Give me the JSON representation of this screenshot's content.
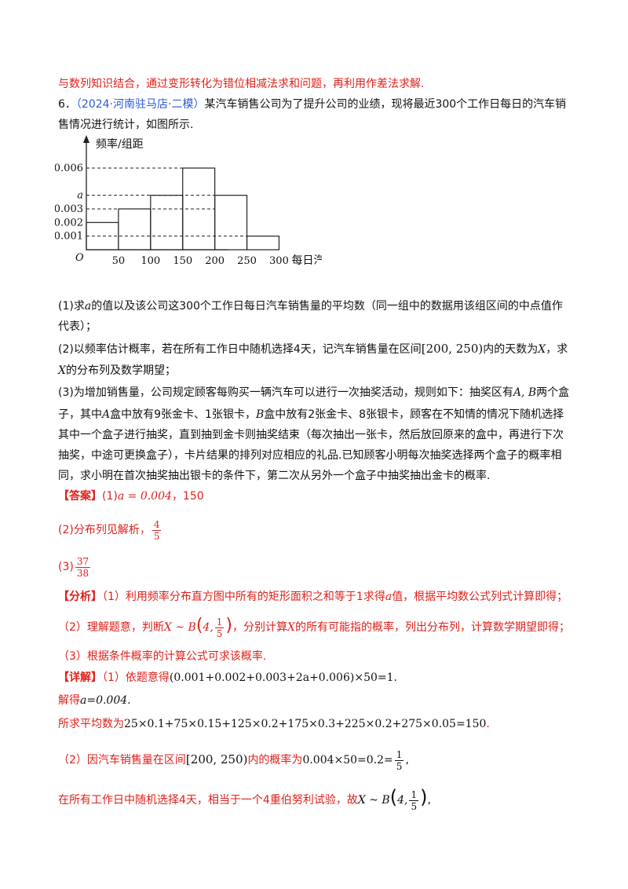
{
  "lines": {
    "l1": "与数列知识结合，通过变形转化为错位相减法求和问题，再利用作差法求解.",
    "q_num": "6．",
    "q_source": "（2024·河南驻马店·二模）",
    "q_text_a": "某汽车销售公司为了提升公司的业绩，现将最近300个工作日每日的汽车销",
    "q_text_b": "售情况进行统计，如图所示.",
    "p1a": "(1)求",
    "p1b": "的值以及该公司这300个工作日每日汽车销售量的平均数（同一组中的数据用该组区间的中点值作",
    "p1c": "代表）；",
    "p2a": "(2)以频率估计概率，若在所有工作日中随机选择4天，记汽车销售量在区间",
    "p2b": "内的天数为",
    "p2c": "，求",
    "p2d": "的分布列及数学期望；",
    "p3a": "(3)为增加销售量，公司规定顾客每购买一辆汽车可以进行一次抽奖活动，规则如下：抽奖区有",
    "p3b": "两个盒",
    "p3c": "子，其中",
    "p3d": "盒中放有9张金卡、1张银卡，",
    "p3e": "盒中放有2张金卡、8张银卡，顾客在不知情的情况下随机选择",
    "p3f": "其中一个盒子进行抽奖，直到抽到金卡则抽奖结束（每次抽出一张卡，然后放回原来的盒中，再进行下次",
    "p3g": "抽奖，中途可更换盒子），卡片结果的排列对应相应的礼品.已知顾客小明每次抽奖选择两个盒子的概率相",
    "p3h": "同，求小明在首次抽奖抽出银卡的条件下，第二次从另外一个盒子中抽奖抽出金卡的概率.",
    "ans_tag": "【答案】",
    "ans1": "(1)",
    "ans1_eq": "a = 0.004",
    "ans1_tail": "，150",
    "ans2": "(2)分布列见解析，",
    "ans3": "(3)",
    "an_tag": "【分析】",
    "an1a": "（1）利用频率分布直方图中所有的矩形面积之和等于1求得",
    "an1b": "值，根据平均数公式列式计算即得；",
    "an2a": "（2）理解题意，判断",
    "an2b": "，分别计算",
    "an2c": "的所有可能指的概率，列出分布列，计算数学期望即得；",
    "an3": "（3）根据条件概率的计算公式可求该概率.",
    "de_tag": "【详解】",
    "de1a": "（1）依题意得",
    "de1_eq": "(0.001+0.002+0.003+2a+0.006)×50=1.",
    "de2a": "解得",
    "de2_eq": "a=0.004",
    "de3a": "所求平均数为",
    "de3_eq": "25×0.1+75×0.15+125×0.2+175×0.3+225×0.2+275×0.05=150",
    "de4a": "（2）因汽车销售量在区间",
    "de4b": "内的概率为",
    "de4_eq": "0.004×50=0.2=",
    "de5a": "在所有工作日中随机选择4天，相当于一个4重伯努利试验，故",
    "interval": "[200, 250)",
    "var_a": "a",
    "var_X": "X",
    "var_AB": "A, B",
    "var_A": "A",
    "var_B": "B",
    "binom_pre": "X ~ B",
    "binom_4": "4,",
    "frac_1": "1",
    "frac_5": "5",
    "frac_4": "4",
    "frac_37": "37",
    "frac_38": "38"
  },
  "chart_data": {
    "type": "bar",
    "title": "",
    "ylabel": "频率/组距",
    "xlabel": "每日汽车销售量/辆",
    "origin_label": "O",
    "bins": [
      [
        0,
        50
      ],
      [
        50,
        100
      ],
      [
        100,
        150
      ],
      [
        150,
        200
      ],
      [
        200,
        250
      ],
      [
        250,
        300
      ]
    ],
    "values": [
      0.002,
      0.003,
      0.004,
      0.006,
      0.004,
      0.001
    ],
    "x_ticks": [
      "50",
      "100",
      "150",
      "200",
      "250",
      "300"
    ],
    "y_ticks": [
      {
        "value": 0.001,
        "label": "0.001"
      },
      {
        "value": 0.002,
        "label": "0.002"
      },
      {
        "value": 0.003,
        "label": "0.003"
      },
      {
        "value": 0.004,
        "label": "a"
      },
      {
        "value": 0.006,
        "label": "0.006"
      }
    ],
    "dashed_levels": [
      0.001,
      0.003,
      0.004,
      0.006
    ],
    "xlim": [
      0,
      330
    ],
    "ylim": [
      0,
      0.0075
    ]
  }
}
